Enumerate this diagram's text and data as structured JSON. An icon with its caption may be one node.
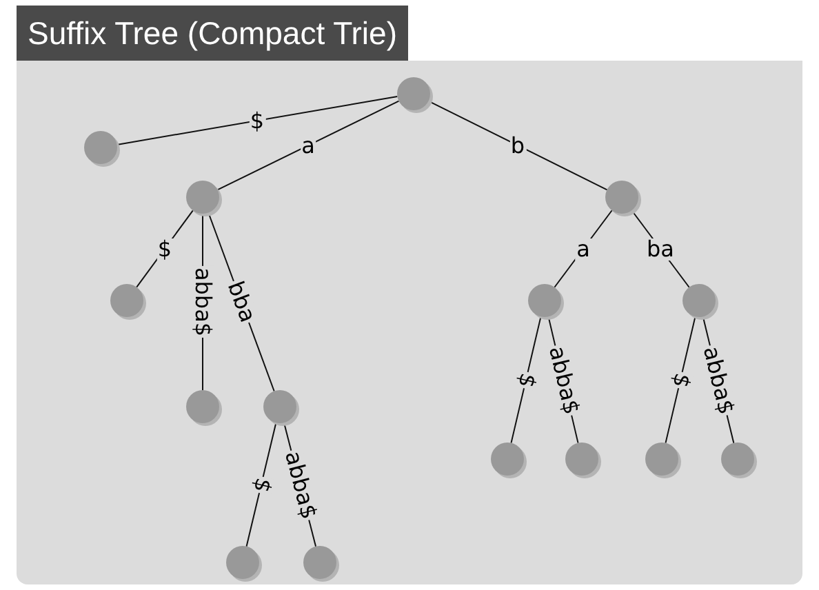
{
  "diagram": {
    "title": "Suffix Tree (Compact Trie)",
    "nodes": [
      {
        "text": [],
        "shape": "circle"
      },
      {
        "text": [],
        "shape": "circle"
      },
      {
        "text": [],
        "shape": "circle"
      },
      {
        "text": [],
        "shape": "circle"
      },
      {
        "text": [],
        "shape": "circle"
      },
      {
        "text": [],
        "shape": "circle"
      },
      {
        "text": [],
        "shape": "circle"
      },
      {
        "text": [],
        "shape": "circle"
      },
      {
        "text": [],
        "shape": "circle"
      },
      {
        "text": [],
        "shape": "circle"
      },
      {
        "text": [],
        "shape": "circle"
      },
      {
        "text": [],
        "shape": "circle"
      },
      {
        "text": [],
        "shape": "circle"
      },
      {
        "text": [],
        "shape": "circle"
      },
      {
        "text": [],
        "shape": "circle"
      }
    ],
    "edges": [
      {
        "from": 0,
        "to": 1,
        "arrow": "none",
        "label": "$"
      },
      {
        "from": 0,
        "to": 2,
        "arrow": "none",
        "label": "a"
      },
      {
        "from": 0,
        "to": 3,
        "arrow": "none",
        "label": "b"
      },
      {
        "from": 2,
        "to": 4,
        "arrow": "none",
        "label": "$"
      },
      {
        "from": 2,
        "to": 5,
        "arrow": "none",
        "label": "abba$"
      },
      {
        "from": 2,
        "to": 6,
        "arrow": "none",
        "label": "bba"
      },
      {
        "from": 3,
        "to": 7,
        "arrow": "none",
        "label": "a"
      },
      {
        "from": 3,
        "to": 8,
        "arrow": "none",
        "label": "ba"
      },
      {
        "from": 6,
        "to": 9,
        "arrow": "none",
        "label": "$"
      },
      {
        "from": 6,
        "to": 10,
        "arrow": "none",
        "label": "abba$"
      },
      {
        "from": 7,
        "to": 11,
        "arrow": "none",
        "label": "$"
      },
      {
        "from": 7,
        "to": 12,
        "arrow": "none",
        "label": "abba$"
      },
      {
        "from": 8,
        "to": 13,
        "arrow": "none",
        "label": "$"
      },
      {
        "from": 8,
        "to": 14,
        "arrow": "none",
        "label": "abba$"
      }
    ]
  }
}
